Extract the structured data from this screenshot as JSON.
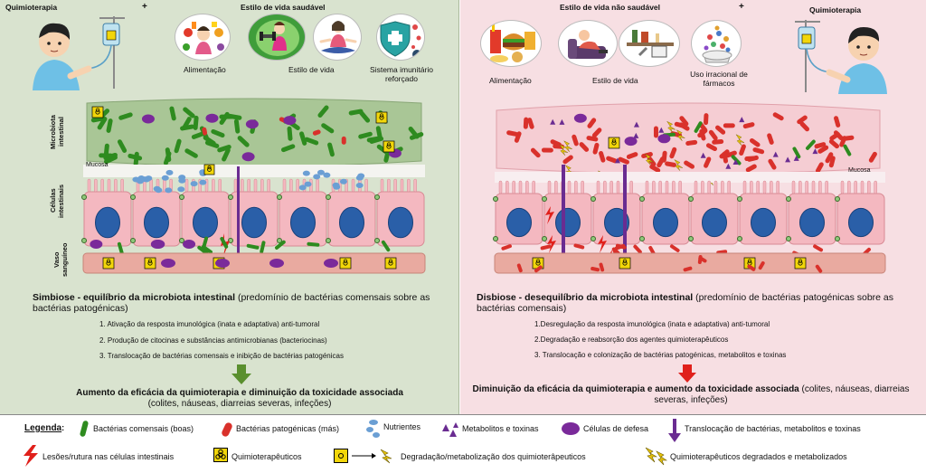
{
  "left": {
    "top_left_label": "Quimioterapia",
    "plus": "+",
    "header": "Estilo de vida saudável",
    "icons": [
      {
        "label": "Alimentação",
        "icon": "healthy-food-icon"
      },
      {
        "label": "Estilo de vida",
        "icon": "exercise-icon"
      },
      {
        "label": "",
        "icon": "meditation-icon"
      },
      {
        "label": "Sistema imunitário reforçado",
        "icon": "immune-shield-icon"
      }
    ],
    "side_labels": [
      "Microbiota intestinal",
      "Células intestinais",
      "Vaso sanguíneo"
    ],
    "mucosa": "Mucosa",
    "summary_bold": "Simbiose - equilíbrio da microbiota intestinal",
    "summary_rest": " (predomínio de bactérias comensais sobre as bactérias patogénicas)",
    "items": [
      "1. Ativação da resposta imunológica (inata e adaptativa) anti-tumoral",
      "2. Produção de citocinas e substâncias antimicrobianas (bacteriocinas)",
      "3. Translocação de bactérias comensais e inibição de bactérias patogénicas"
    ],
    "outcome_bold": "Aumento da eficácia da quimioterapia e diminuição da toxicidade associada",
    "outcome_rest": "(colites, náuseas, diarreias severas, infeções)",
    "arrow_color": "#5a8f2e"
  },
  "right": {
    "header": "Estilo de vida não saudável",
    "plus": "+",
    "top_right_label": "Quimioterapia",
    "icons": [
      {
        "label": "Alimentação",
        "icon": "junk-food-icon"
      },
      {
        "label": "Estilo de vida",
        "icon": "sedentary-icon"
      },
      {
        "label": "",
        "icon": "smoking-drinking-icon"
      },
      {
        "label": "Uso irracional de fármacos",
        "icon": "pills-icon"
      }
    ],
    "mucosa": "Mucosa",
    "summary_bold": "Disbiose - desequilíbrio da microbiota intestinal",
    "summary_rest": " (predomínio de bactérias patogénicas sobre as bactérias comensais)",
    "items": [
      "1.Desregulação da resposta imunológica (inata e adaptativa) anti-tumoral",
      "2.Degradação e reabsorção dos agentes quimioterapêuticos",
      "3. Translocação e colonização de bactérias patogénicas, metabolitos e toxinas"
    ],
    "outcome_bold": "Diminuição da eficácia da quimioterapia e aumento da toxicidade associada",
    "outcome_rest": "(colites, náuseas, diarreias severas, infeções)",
    "arrow_color": "#e0201b"
  },
  "legend": {
    "title": "Legenda",
    "colon": ":",
    "items": [
      "Bactérias comensais (boas)",
      "Bactérias patogénicas (más)",
      "Nutrientes",
      "Metabolitos e toxinas",
      "Células de defesa",
      "Translocação de bactérias, metabolitos e toxinas",
      "Lesões/rutura nas células intestinais",
      "Quimioterapêuticos",
      "Degradação/metabolização dos quimioterâpeuticos",
      "Quimioterapêuticos degradados e metabolizados"
    ]
  },
  "colors": {
    "commensal": "#2e8b1f",
    "pathogenic": "#d9312b",
    "nutrient": "#6b9fd4",
    "metabolite": "#6a2c91",
    "defense": "#7a2a9a",
    "cell": "#f4b8c0",
    "nucleus": "#2a5fa8",
    "vessel": "#e9aaa0",
    "chemo": "#f2d60a"
  }
}
